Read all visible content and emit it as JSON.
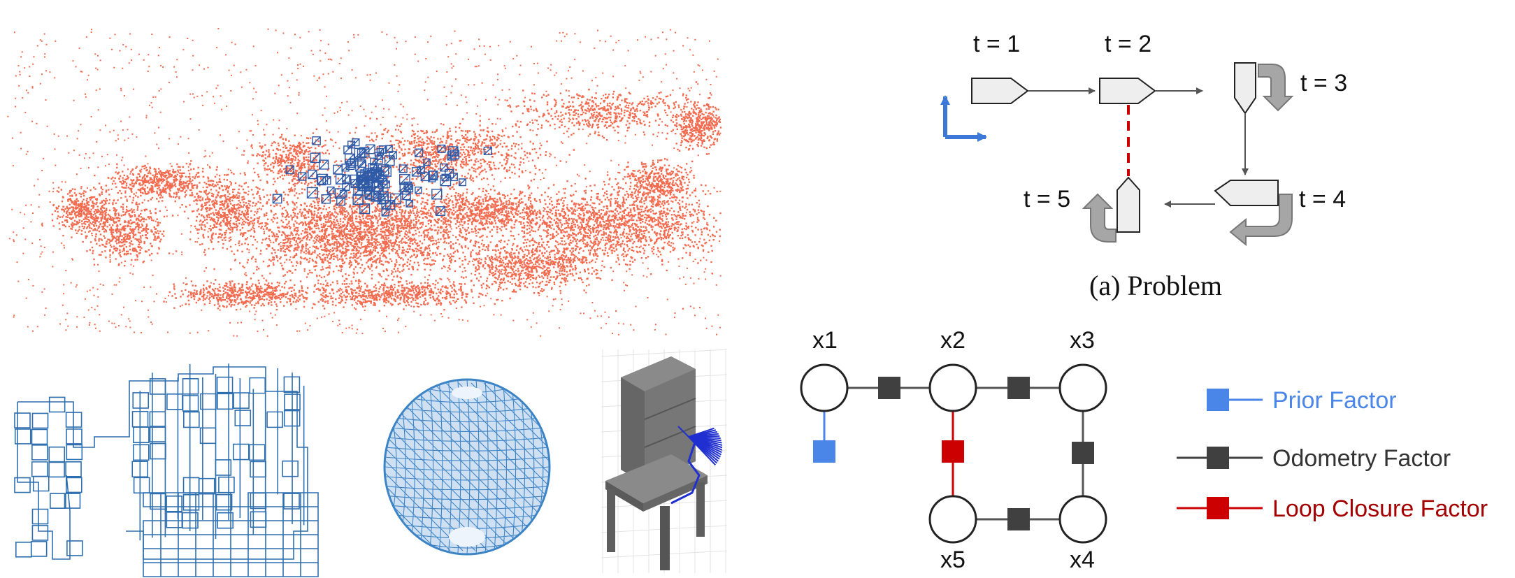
{
  "colors": {
    "point_cloud": "#f26b4f",
    "trajectory": "#2e6fb0",
    "prior": "#4a86e8",
    "odometry": "#404040",
    "loop_closure": "#cc0000",
    "shape_fill": "#eeeeee",
    "sphere": "#3d84c6",
    "chair": "#6e6e6e"
  },
  "problem": {
    "time_labels": [
      "t = 1",
      "t = 2",
      "t = 3",
      "t = 4",
      "t = 5"
    ],
    "caption": "(a) Problem"
  },
  "factor_graph": {
    "nodes": [
      "x1",
      "x2",
      "x3",
      "x4",
      "x5"
    ]
  },
  "legend": {
    "prior": "Prior Factor",
    "odometry": "Odometry Factor",
    "loop_closure": "Loop Closure Factor"
  },
  "icons": [
    "coordinate-axes-icon",
    "turn-arrow-icon"
  ]
}
